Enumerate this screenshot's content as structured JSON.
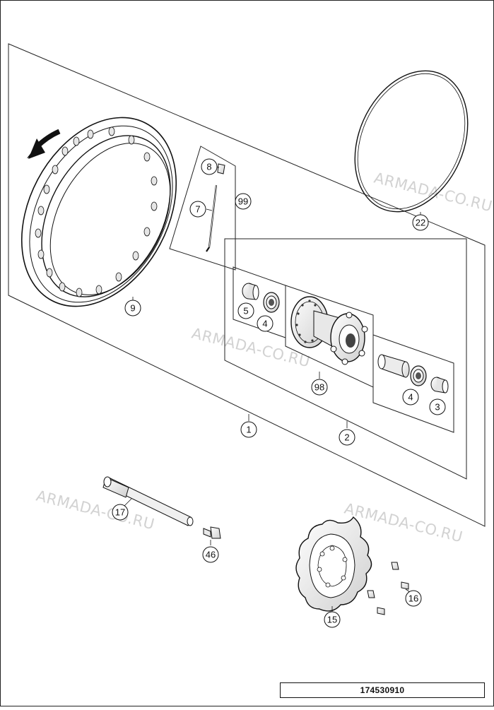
{
  "diagram": {
    "watermark_text": "ARMADA-CO.RU",
    "drawing_code": "174530910",
    "callouts": {
      "c1": "1",
      "c2": "2",
      "c3": "3",
      "c4a": "4",
      "c4b": "4",
      "c5": "5",
      "c7": "7",
      "c8": "8",
      "c9": "9",
      "c15": "15",
      "c16": "16",
      "c17": "17",
      "c22": "22",
      "c46": "46",
      "c98": "98",
      "c99": "99"
    },
    "colors": {
      "line": "#111111",
      "watermark": "#d2d2d2",
      "part_fill": "#f2f2f2"
    }
  }
}
